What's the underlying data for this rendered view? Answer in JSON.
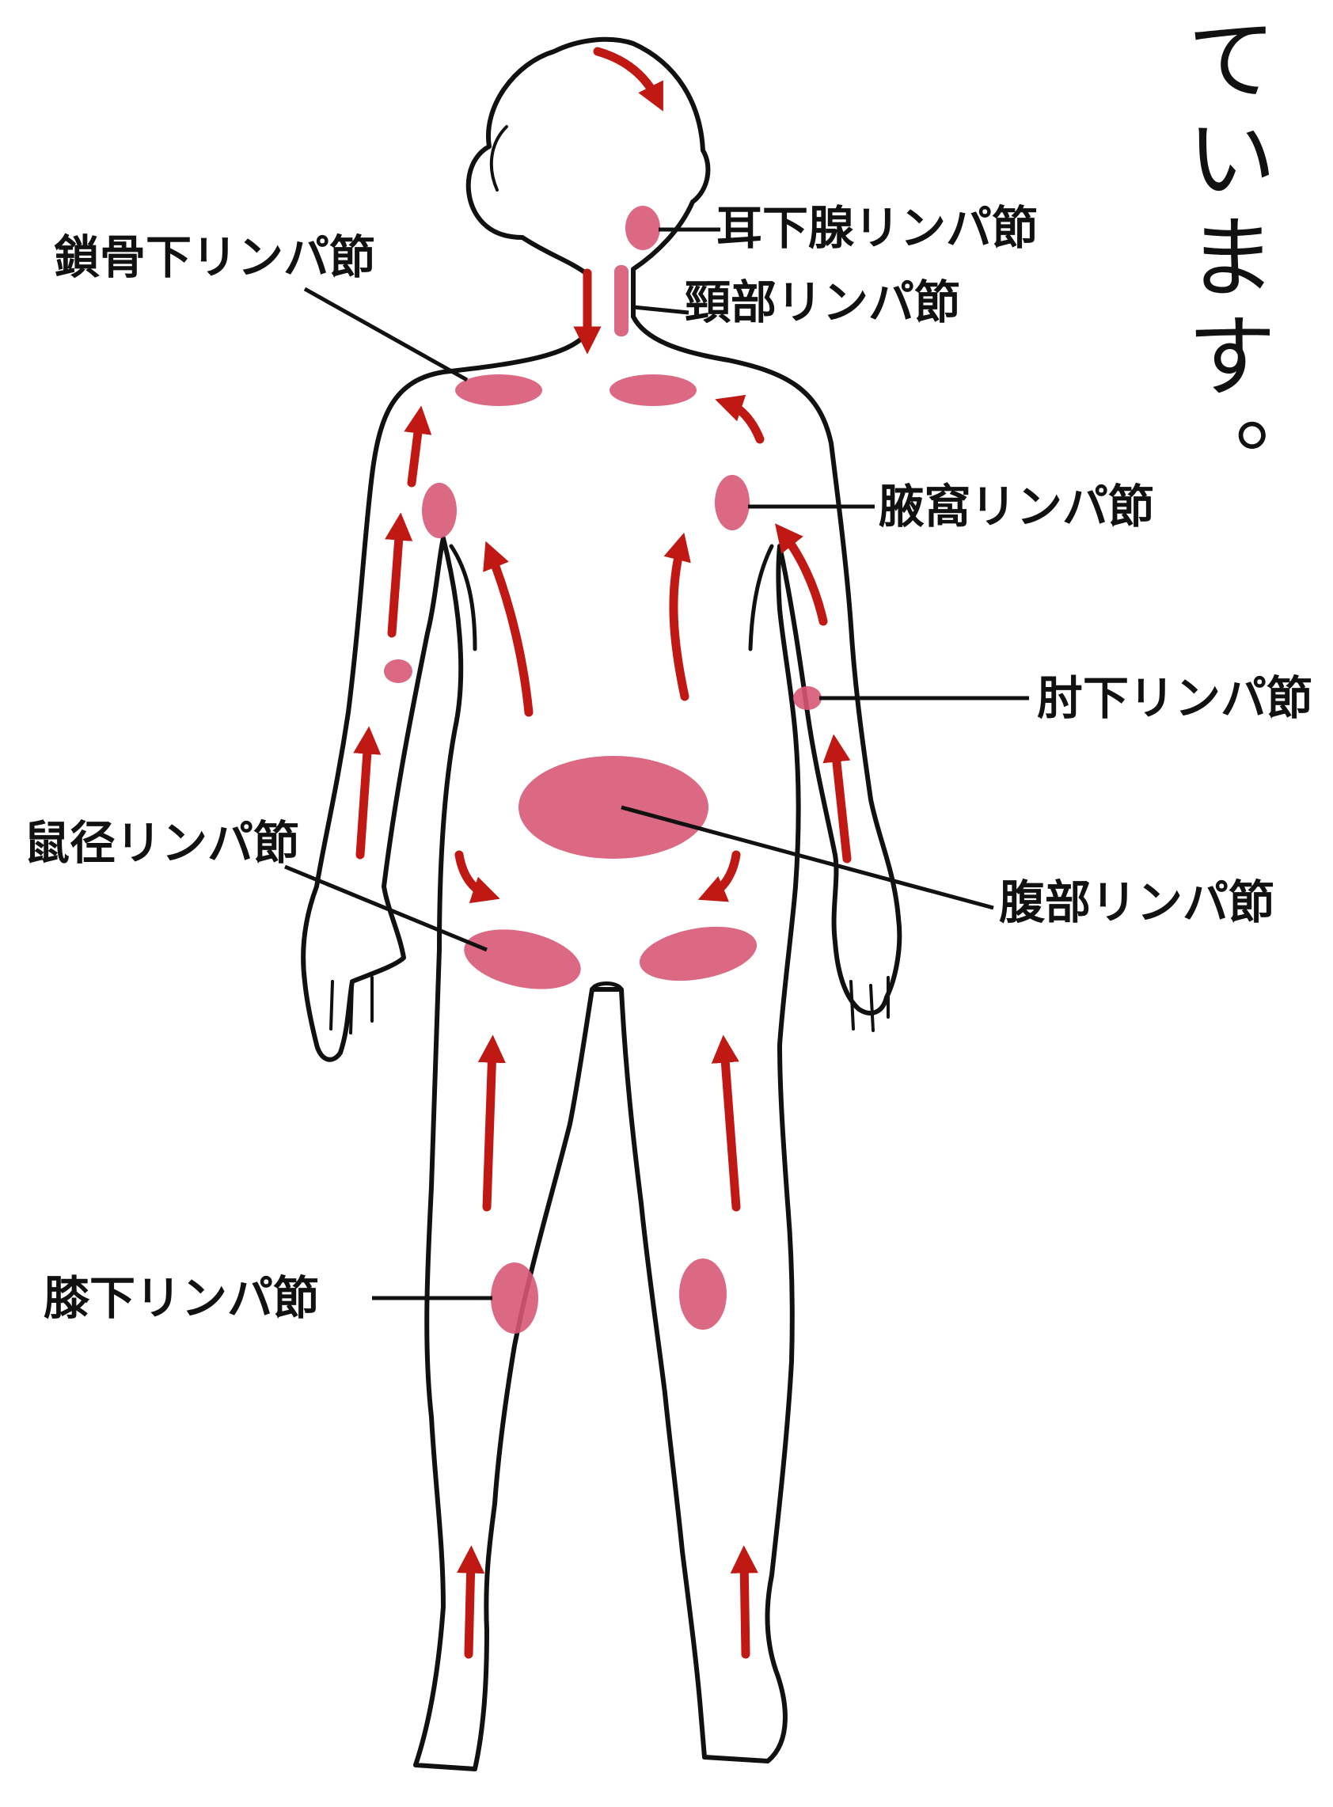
{
  "colors": {
    "outline": "#111111",
    "node_fill": "#d85876",
    "arrow": "#c01812",
    "text": "#111111",
    "background": "#ffffff"
  },
  "side_text": [
    "て",
    "い",
    "ま",
    "す",
    "。"
  ],
  "labels": {
    "subclavian": "鎖骨下リンパ節",
    "parotid": "耳下腺リンパ節",
    "cervical": "頸部リンパ節",
    "axillary": "腋窩リンパ節",
    "cubital": "肘下リンパ節",
    "inguinal": "鼠径リンパ節",
    "abdominal": "腹部リンパ節",
    "popliteal": "膝下リンパ節"
  }
}
